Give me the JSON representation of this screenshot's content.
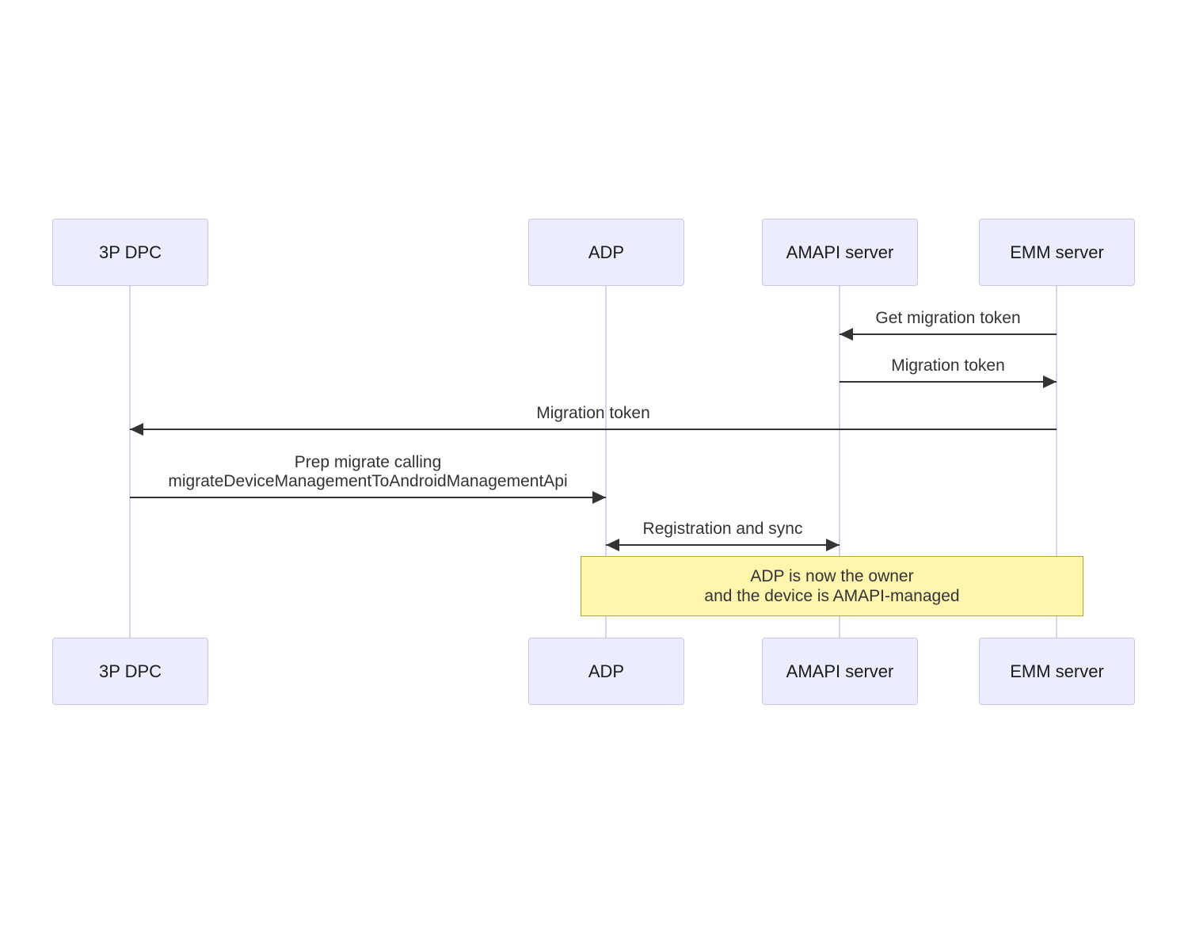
{
  "diagram": {
    "type": "sequence-diagram",
    "actors": [
      {
        "label": "3P DPC"
      },
      {
        "label": "ADP"
      },
      {
        "label": "AMAPI server"
      },
      {
        "label": "EMM server"
      }
    ],
    "messages": [
      {
        "label": "Get migration token",
        "from": "EMM server",
        "to": "AMAPI server",
        "arrow": "left"
      },
      {
        "label": "Migration token",
        "from": "AMAPI server",
        "to": "EMM server",
        "arrow": "right"
      },
      {
        "label": "Migration token",
        "from": "EMM server",
        "to": "3P DPC",
        "arrow": "left"
      },
      {
        "label": "Prep migrate calling\nmigrateDeviceManagementToAndroidManagementApi",
        "from": "3P DPC",
        "to": "ADP",
        "arrow": "right"
      },
      {
        "label": "Registration and sync",
        "from": "ADP",
        "to": "AMAPI server",
        "arrow": "both"
      }
    ],
    "note": {
      "label": "ADP is now the owner\nand the device is AMAPI-managed",
      "over": [
        "ADP",
        "EMM server"
      ]
    },
    "palette": {
      "actor_fill": "#ECECFF",
      "actor_border": "#CBC5EA",
      "lifeline": "#D8D1F0",
      "arrow": "#333333",
      "text": "#333333",
      "note_fill": "#FFF5AD",
      "note_border": "#AAAA33",
      "background": "#FFFFFF"
    }
  }
}
